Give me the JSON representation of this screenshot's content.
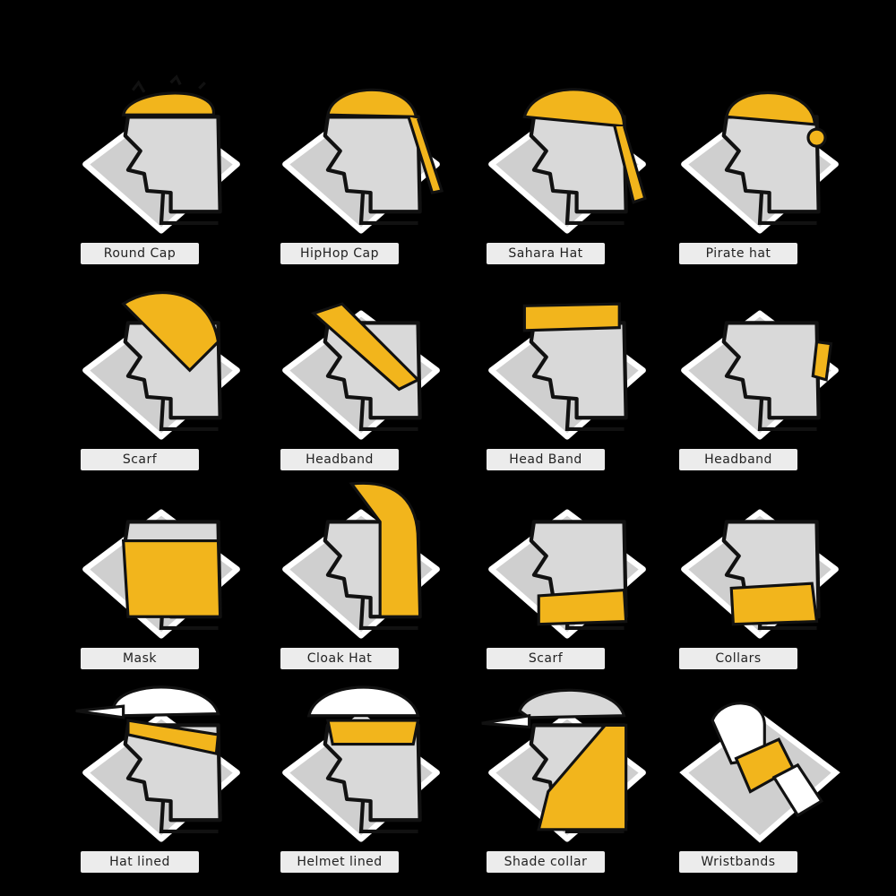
{
  "colors": {
    "background": "#000000",
    "plate": "#cfcfcf",
    "plate_stroke": "#ffffff",
    "head": "#d9d9d9",
    "ink": "#111111",
    "fabric": "#f2b51c",
    "label_bg": "#ececec"
  },
  "styles": [
    {
      "label": "Round Cap",
      "illustration": "round-cap-icon"
    },
    {
      "label": "HipHop Cap",
      "illustration": "hiphop-cap-icon"
    },
    {
      "label": "Sahara Hat",
      "illustration": "sahara-hat-icon"
    },
    {
      "label": "Pirate hat",
      "illustration": "pirate-hat-icon"
    },
    {
      "label": "Scarf",
      "illustration": "head-scarf-icon"
    },
    {
      "label": "Headband",
      "illustration": "diagonal-headband-icon"
    },
    {
      "label": "Head Band",
      "illustration": "forehead-band-icon"
    },
    {
      "label": "Headband",
      "illustration": "back-headband-icon"
    },
    {
      "label": "Mask",
      "illustration": "face-mask-icon"
    },
    {
      "label": "Cloak Hat",
      "illustration": "cloak-hat-icon"
    },
    {
      "label": "Scarf",
      "illustration": "neck-scarf-icon"
    },
    {
      "label": "Collars",
      "illustration": "collar-icon"
    },
    {
      "label": "Hat lined",
      "illustration": "hat-lined-icon"
    },
    {
      "label": "Helmet lined",
      "illustration": "helmet-lined-icon"
    },
    {
      "label": "Shade collar",
      "illustration": "shade-collar-icon"
    },
    {
      "label": "Wristbands",
      "illustration": "wristband-icon"
    }
  ]
}
